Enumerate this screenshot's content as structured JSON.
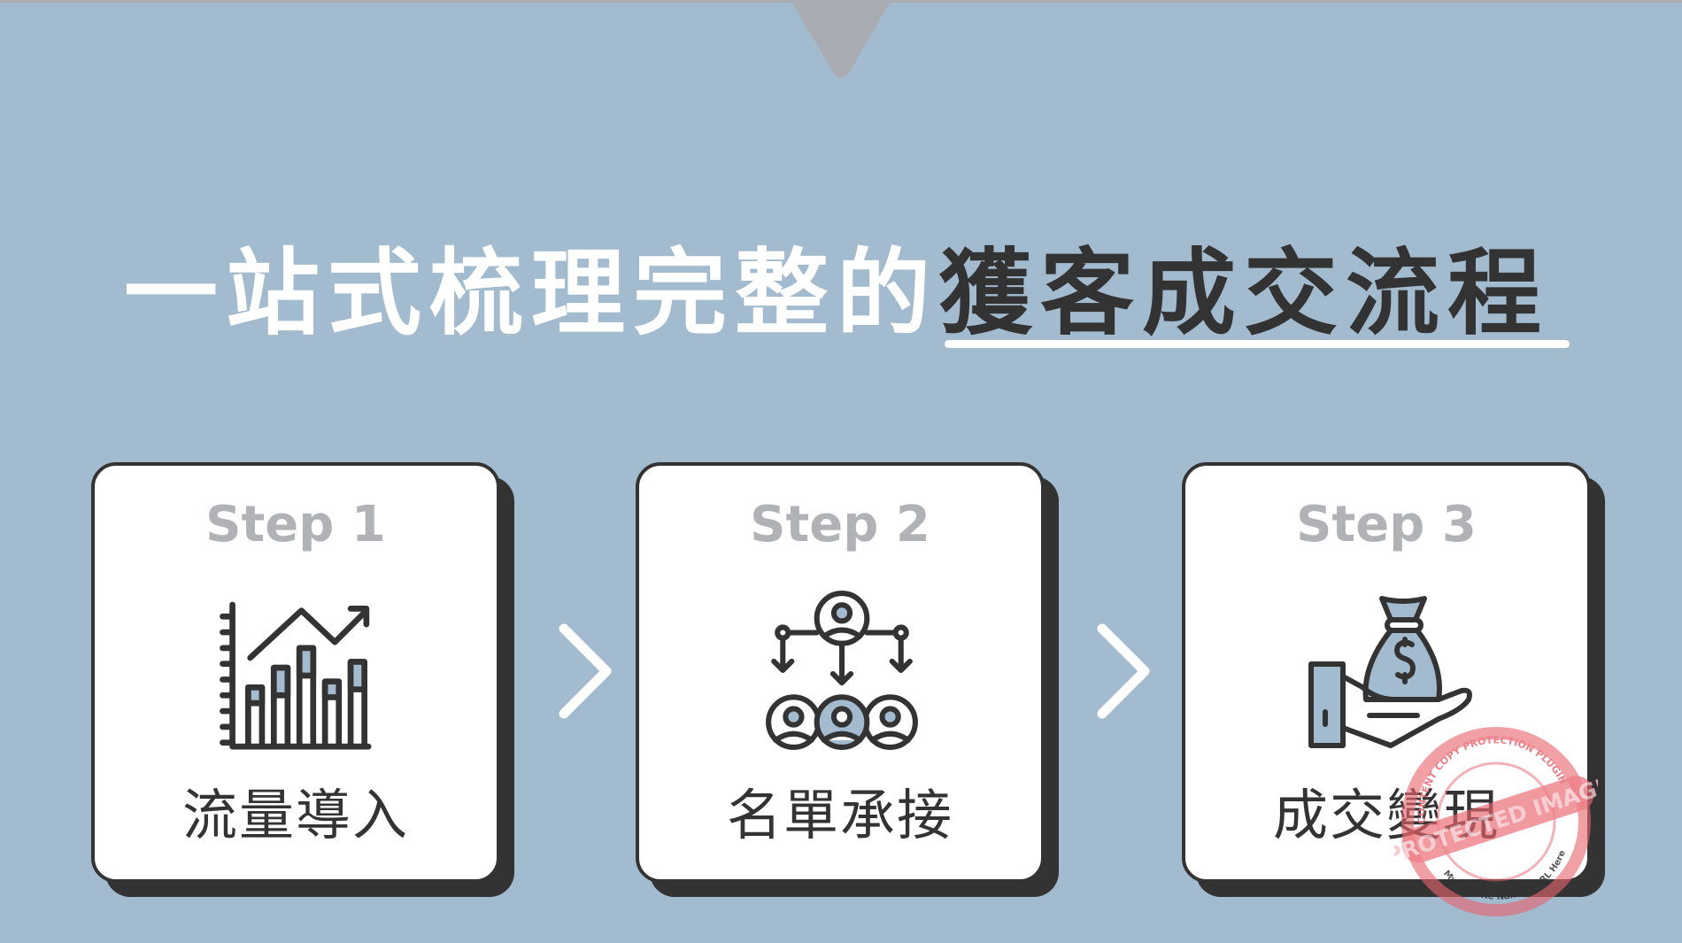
{
  "title": {
    "light_part": "一站式梳理完整的",
    "dark_part": "獲客成交流程"
  },
  "steps": [
    {
      "step_label": "Step 1",
      "label": "流量導入",
      "icon": "bar-chart-trend-icon"
    },
    {
      "step_label": "Step 2",
      "label": "名單承接",
      "icon": "people-distribution-icon"
    },
    {
      "step_label": "Step 3",
      "label": "成交變現",
      "icon": "hand-money-bag-icon"
    }
  ],
  "connectors": [
    "chevron-right-icon",
    "chevron-right-icon"
  ],
  "watermark": {
    "ring_text": "CONTENT COPY PROTECTION PLUGIN",
    "banner_text": "PROTECTED IMAGE",
    "bottom_text": "My Website Name & URL Here",
    "color": "#e8646e"
  },
  "colors": {
    "background": "#a2bbcf",
    "accent_fill": "#a2bbcf",
    "dark": "#333333",
    "step_gray": "#b0b2b5",
    "white": "#ffffff"
  }
}
